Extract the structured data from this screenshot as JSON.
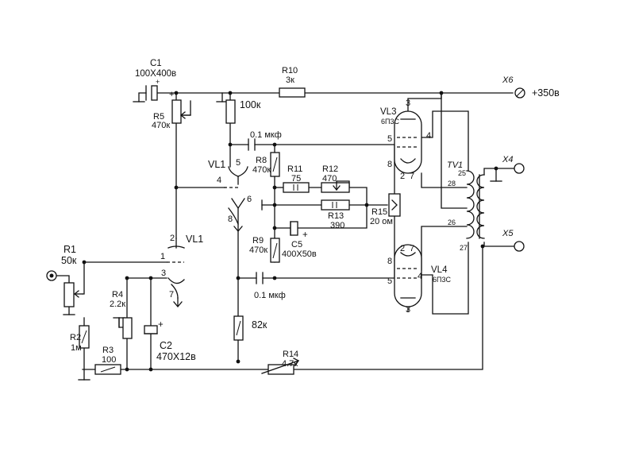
{
  "components": {
    "c1": {
      "ref": "C1",
      "value": "100X400в"
    },
    "r10": {
      "ref": "R10",
      "value": "3к"
    },
    "x6": {
      "ref": "X6",
      "value": "+350в"
    },
    "r5": {
      "ref": "R5",
      "value": "470к"
    },
    "r_100k": {
      "value": "100к"
    },
    "c_01_top": {
      "value": "0.1 мкф"
    },
    "c_01_bot": {
      "value": "0.1 мкф"
    },
    "r8": {
      "ref": "R8",
      "value": "470к"
    },
    "r11": {
      "ref": "R11",
      "value": "75"
    },
    "r12": {
      "ref": "R12",
      "value": "470"
    },
    "r13": {
      "ref": "R13",
      "value": "390"
    },
    "r15": {
      "ref": "R15",
      "value": "20 ом"
    },
    "c5": {
      "ref": "C5",
      "value": "400X50в"
    },
    "r9": {
      "ref": "R9",
      "value": "470к"
    },
    "r_82k": {
      "value": "82к"
    },
    "r1": {
      "ref": "R1",
      "value": "50к"
    },
    "r2": {
      "ref": "R2",
      "value": "1м"
    },
    "r3": {
      "ref": "R3",
      "value": "100"
    },
    "r4": {
      "ref": "R4",
      "value": "2.2к"
    },
    "c2": {
      "ref": "C2",
      "value": "470X12в"
    },
    "r14": {
      "ref": "R14",
      "value": "4.7к"
    },
    "vl1": {
      "ref": "VL1"
    },
    "vl3": {
      "ref": "VL3",
      "type": "6П3С"
    },
    "vl4": {
      "ref": "VL4",
      "type": "6П3С"
    },
    "tv1": {
      "ref": "TV1"
    },
    "x4": {
      "ref": "X4"
    },
    "x5": {
      "ref": "X5"
    }
  },
  "pins": {
    "vl1a": {
      "p5": "5",
      "p4": "4",
      "p6": "6",
      "p8": "8"
    },
    "vl1b": {
      "p2": "2",
      "p1": "1",
      "p3": "3",
      "p7": "7"
    },
    "vl3": {
      "p3": "3",
      "p5": "5",
      "p4": "4",
      "p8": "8",
      "p2": "2",
      "p7": "7"
    },
    "vl4": {
      "p2": "2",
      "p7": "7",
      "p8": "8",
      "p4": "4",
      "p5": "5",
      "p3": "3"
    },
    "tv1": {
      "p25": "25",
      "p28": "28",
      "p26": "26",
      "p27": "27"
    }
  },
  "markers": {
    "plus": "+"
  }
}
